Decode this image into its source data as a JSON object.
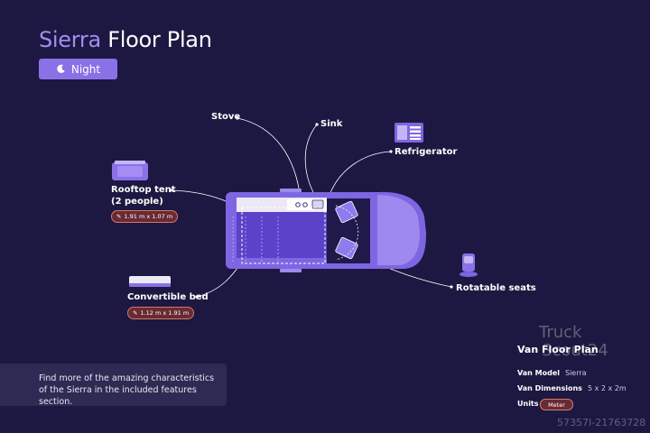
{
  "header": {
    "title_accent": "Sierra",
    "title_rest": "Floor Plan",
    "mode_button": "Night",
    "mode_icon": "moon-icon"
  },
  "callouts": {
    "stove": "Stove",
    "sink": "Sink",
    "refrigerator": "Refrigerator",
    "rooftop_tent_line1": "Rooftop tent",
    "rooftop_tent_line2": "(2 people)",
    "rooftop_tent_dims": "1.91 m x 1.07 m",
    "convertible_bed": "Convertible bed",
    "convertible_bed_dims": "1.12 m x 1.91 m",
    "rotatable_seats": "Rotatable seats"
  },
  "info": {
    "line1": "Find more of the amazing characteristics",
    "line2": "of the Sierra in the included features section."
  },
  "specs": {
    "title": "Van Floor Plan",
    "model_label": "Van Model",
    "model_value": "Sierra",
    "dimensions_label": "Van Dimensions",
    "dimensions_value": "5 x 2 x 2m",
    "units_label": "Units",
    "units_value": "Meter"
  },
  "watermark": {
    "line1": "Truck",
    "line2": "Scout24",
    "id": "57357I-21763728"
  },
  "colors": {
    "background": "#1d1841",
    "accent": "#a48cf3",
    "button": "#8a71e8",
    "pill": "#6a2a33"
  }
}
